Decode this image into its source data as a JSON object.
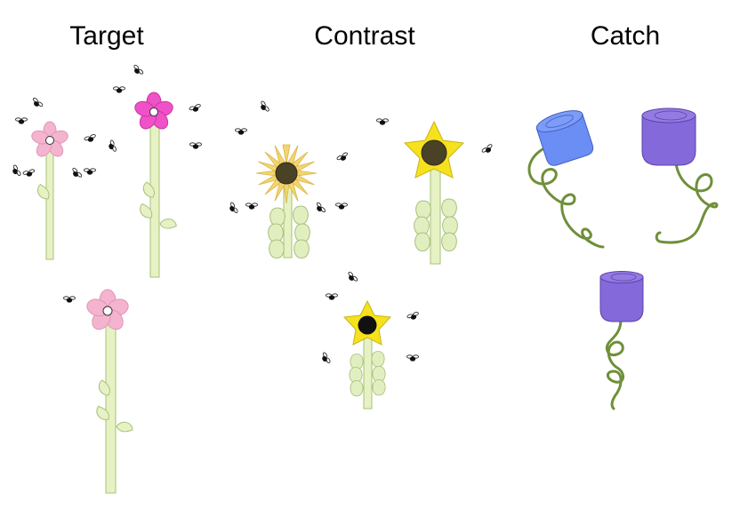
{
  "headings": {
    "target": "Target",
    "contrast": "Contrast",
    "catch": "Catch"
  },
  "colors": {
    "stem": "#e6f2c4",
    "stem_stroke": "#a9c07a",
    "pink_light": "#f4b4cf",
    "pink_hot": "#f050c8",
    "sunflower_petal": "#f3d56d",
    "yellow_petal": "#f6e21c",
    "brown_center": "#4a4227",
    "black_center": "#111111",
    "blue_cup": "#6b8ef5",
    "purple_cup": "#8469db",
    "vine": "#6f8f3a",
    "insect": "#1a1a1a"
  },
  "icons": [
    "flower-icon",
    "insect-icon",
    "vine-icon",
    "cup-icon"
  ]
}
